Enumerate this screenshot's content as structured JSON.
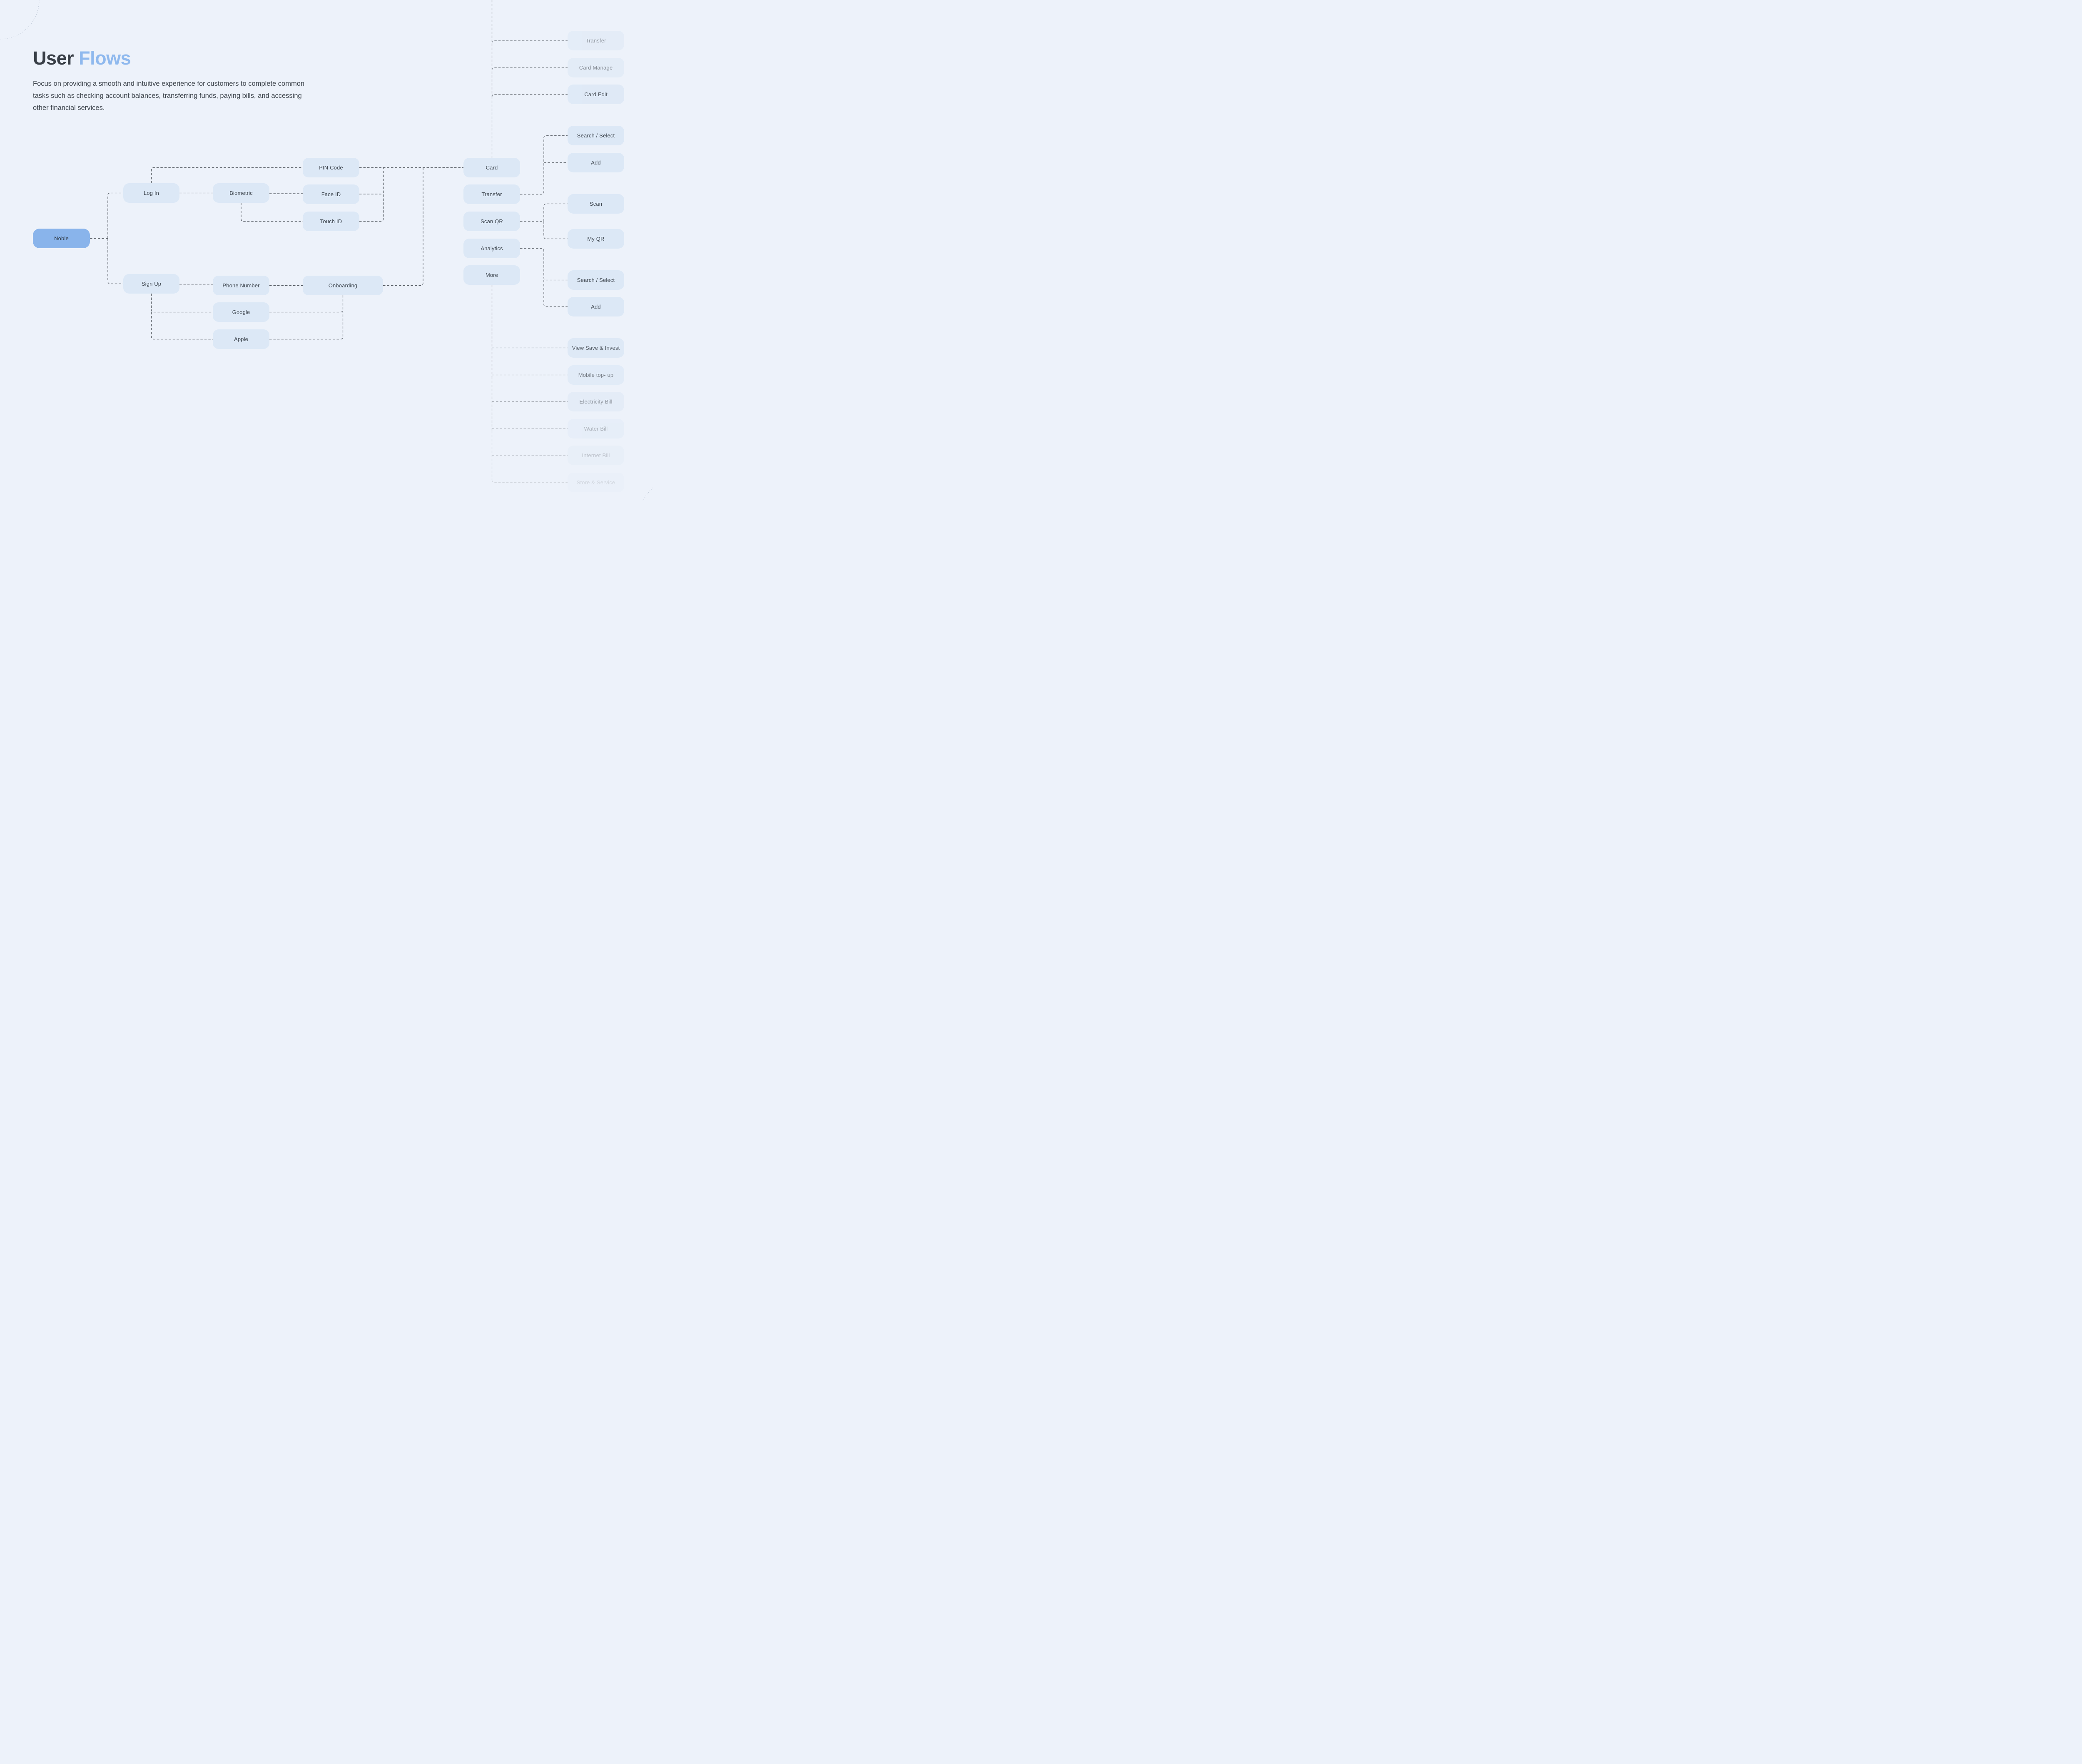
{
  "page": {
    "title_primary": "User",
    "title_accent": "Flows",
    "description": "Focus on providing a smooth and intuitive experience for customers to complete common tasks such as checking account balances, transferring funds, paying bills, and accessing other financial services."
  },
  "colors": {
    "background": "#edf2fa",
    "node_fill": "#dce8f6",
    "root_node_fill": "#89b4eb",
    "title_text": "#393f47",
    "title_accent": "#8fb9ee",
    "node_text": "#3e464f",
    "connector": "#42484f"
  },
  "flow": {
    "root": "Noble",
    "log_in": "Log In",
    "biometric": "Biometric",
    "pin_code": "PIN Code",
    "face_id": "Face ID",
    "touch_id": "Touch ID",
    "sign_up": "Sign Up",
    "phone_number": "Phone Number",
    "google": "Google",
    "apple": "Apple",
    "onboarding": "Onboarding",
    "menu": {
      "card": "Card",
      "transfer": "Transfer",
      "scan_qr": "Scan QR",
      "analytics": "Analytics",
      "more": "More"
    },
    "card_actions": {
      "transfer": "Transfer",
      "card_manage": "Card Manage",
      "card_edit": "Card Edit"
    },
    "transfer_children": {
      "search_select": "Search / Select",
      "add": "Add"
    },
    "scan_children": {
      "scan": "Scan",
      "my_qr": "My QR"
    },
    "analytics_children": {
      "search_select": "Search / Select",
      "add": "Add"
    },
    "more_children": {
      "view_save_invest": "View Save & Invest",
      "mobile_top_up": "Mobile top- up",
      "electricity_bill": "Electricity Bill",
      "water_bill": "Water Bill",
      "internet_bill": "Internet Bill",
      "store_service": "Store & Service"
    }
  }
}
